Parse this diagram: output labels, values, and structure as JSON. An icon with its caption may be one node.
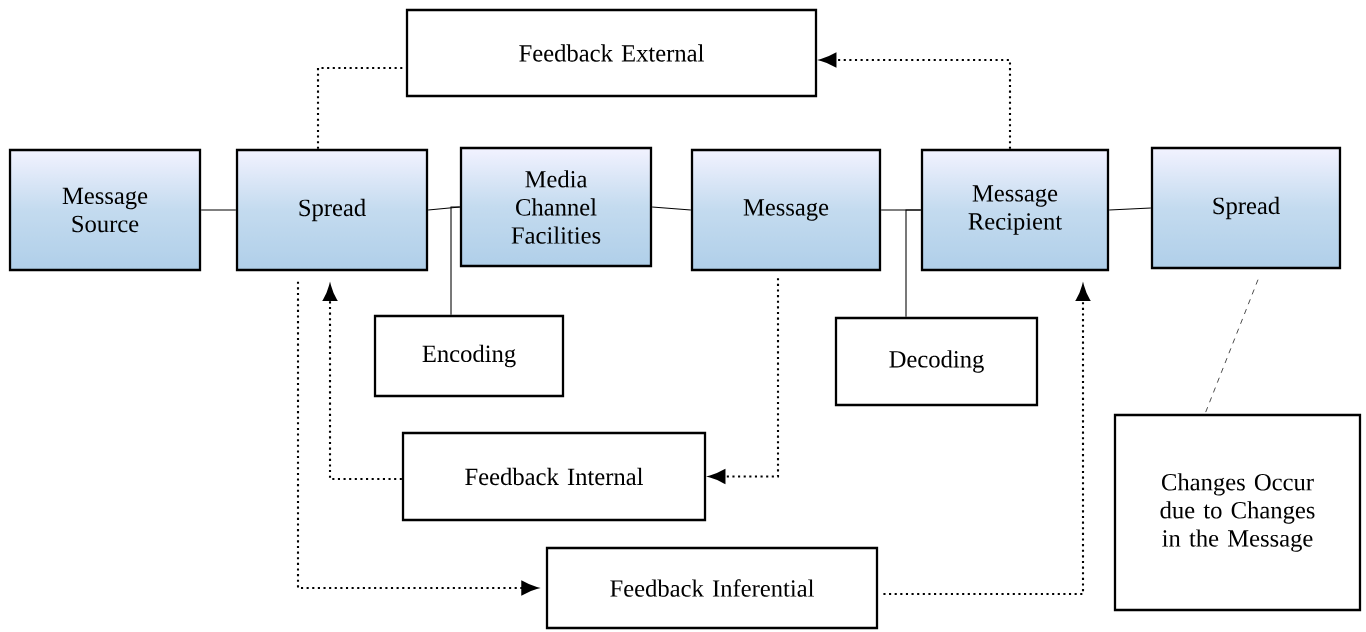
{
  "diagram": {
    "nodes": [
      {
        "text": [
          "Message Source"
        ]
      },
      {
        "text": [
          "Spread"
        ]
      },
      {
        "text": [
          "Media Channel Facilities"
        ]
      },
      {
        "text": [
          "Message"
        ]
      },
      {
        "text": [
          "Message Recipient"
        ]
      },
      {
        "text": [
          "Spread"
        ]
      },
      {
        "text": [
          "Feedback External"
        ]
      },
      {
        "text": [
          "Encoding"
        ]
      },
      {
        "text": [
          "Decoding"
        ]
      },
      {
        "text": [
          "Feedback Internal"
        ]
      },
      {
        "text": [
          "Feedback Inferential"
        ]
      },
      {
        "text": [
          "Changes Occur due to Changes in the Message"
        ]
      }
    ],
    "edges": [
      {
        "from": 0,
        "to": 1,
        "arrow": "none"
      },
      {
        "from": 1,
        "to": 2,
        "arrow": "none"
      },
      {
        "from": 2,
        "to": 3,
        "arrow": "none"
      },
      {
        "from": 3,
        "to": 4,
        "arrow": "none"
      },
      {
        "from": 4,
        "to": 5,
        "arrow": "none"
      },
      {
        "from": 7,
        "to": 2,
        "arrow": "none"
      },
      {
        "from": 8,
        "to": 4,
        "arrow": "none"
      },
      {
        "from": 1,
        "to": 6,
        "arrow": "none",
        "style": "dashed"
      },
      {
        "from": 4,
        "to": 6,
        "arrow": "to",
        "style": "dashed"
      },
      {
        "from": 3,
        "to": 9,
        "arrow": "to",
        "style": "dashed"
      },
      {
        "from": 9,
        "to": 1,
        "arrow": "to",
        "style": "dashed"
      },
      {
        "from": 1,
        "to": 10,
        "arrow": "to",
        "style": "dashed"
      },
      {
        "from": 10,
        "to": 4,
        "arrow": "to",
        "style": "dashed"
      },
      {
        "from": 5,
        "to": 11,
        "arrow": "none",
        "style": "dashed"
      }
    ]
  }
}
